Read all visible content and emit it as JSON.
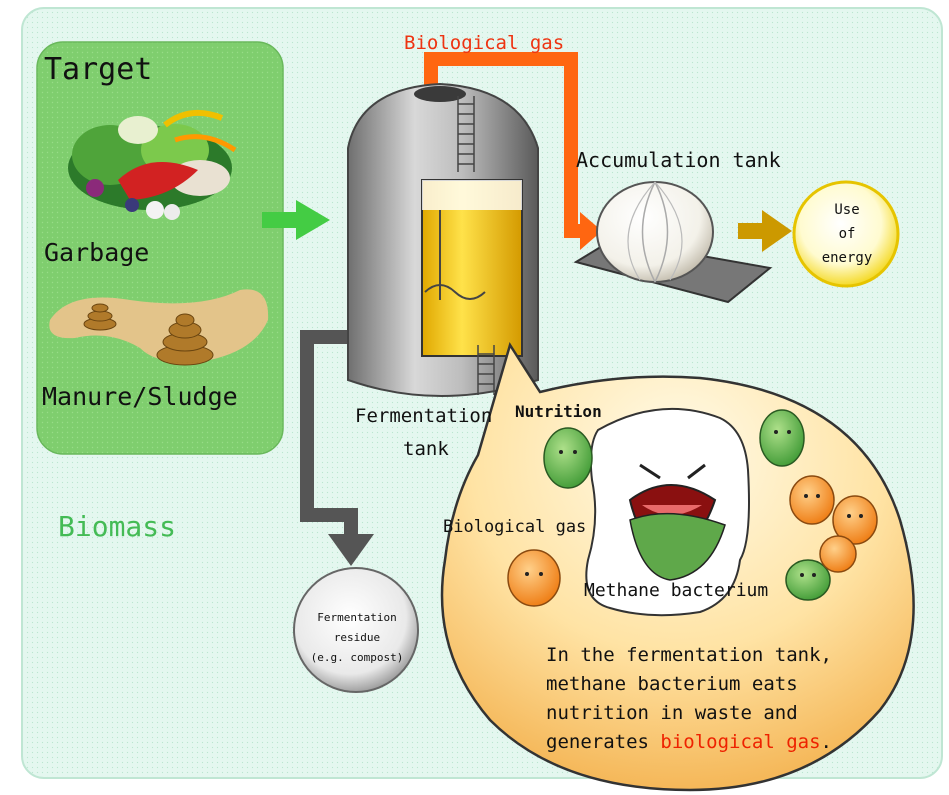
{
  "labels": {
    "target": "Target",
    "garbage": "Garbage",
    "manure": "Manure/Sludge",
    "biomass": "Biomass",
    "biological_gas_top": "Biological gas",
    "accumulation_tank": "Accumulation tank",
    "fermentation_line1": "Fermentation",
    "fermentation_line2": "tank",
    "nutrition": "Nutrition",
    "biological_gas_bubble": "Biological gas",
    "methane_bacterium": "Methane bacterium"
  },
  "energy": {
    "line1": "Use",
    "line2": "of",
    "line3": "energy"
  },
  "residue": {
    "line1": "Fermentation",
    "line2": "residue",
    "line3": "(e.g. compost)"
  },
  "description": {
    "line1": "In the fermentation tank,",
    "line2": "methane bacterium eats",
    "line3": "nutrition in waste and",
    "line4_prefix": "generates ",
    "line4_highlight": "biological gas",
    "line4_suffix": "."
  },
  "colors": {
    "background_panel": "#e2f6ec",
    "target_panel": "#7ccc6c",
    "green_arrow": "#44cc44",
    "gas_pipe": "#ff6611",
    "energy_arrow": "#cc9900",
    "residue_pipe": "#555555",
    "biomass_text": "#44bb55",
    "highlight_text": "#ee2200",
    "bubble_fill": "#ffd27a"
  }
}
